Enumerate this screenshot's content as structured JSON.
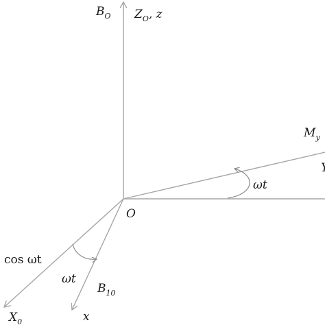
{
  "diagram": {
    "labels": {
      "b0": "B",
      "b0_sub": "O",
      "z0": "Z",
      "z0_sub": "O",
      "z0_tail": ", z",
      "my": "M",
      "my_sub": "y",
      "y_clipped": "Y",
      "omega_t_right": "ωt",
      "origin": "O",
      "cos_wt": "cos ωt",
      "omega_t_lower": "ωt",
      "b10": "B",
      "b10_sub": "10",
      "x0": "X",
      "x0_sub": "0",
      "x": "x"
    },
    "colors": {
      "axis": "#a6a6a6",
      "text": "#1a1a1a"
    }
  }
}
